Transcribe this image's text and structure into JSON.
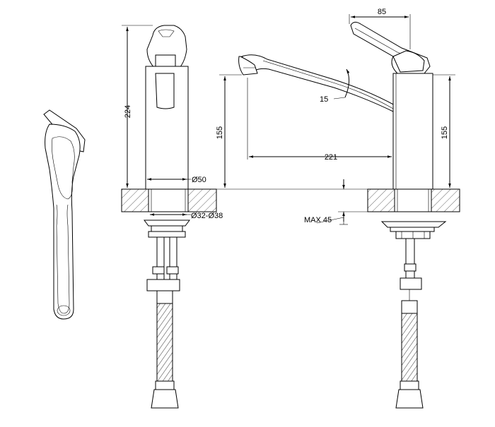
{
  "dimensions": {
    "side_height": "224",
    "base_diameter": "Ø50",
    "hole_diameter": "Ø32-Ø38",
    "spout_height": "155",
    "body_height": "155",
    "spout_reach": "221",
    "spout_angle": "15",
    "handle_width": "85",
    "max_thickness": "MAX 45"
  },
  "colors": {
    "line": "#000000",
    "background": "#ffffff"
  }
}
